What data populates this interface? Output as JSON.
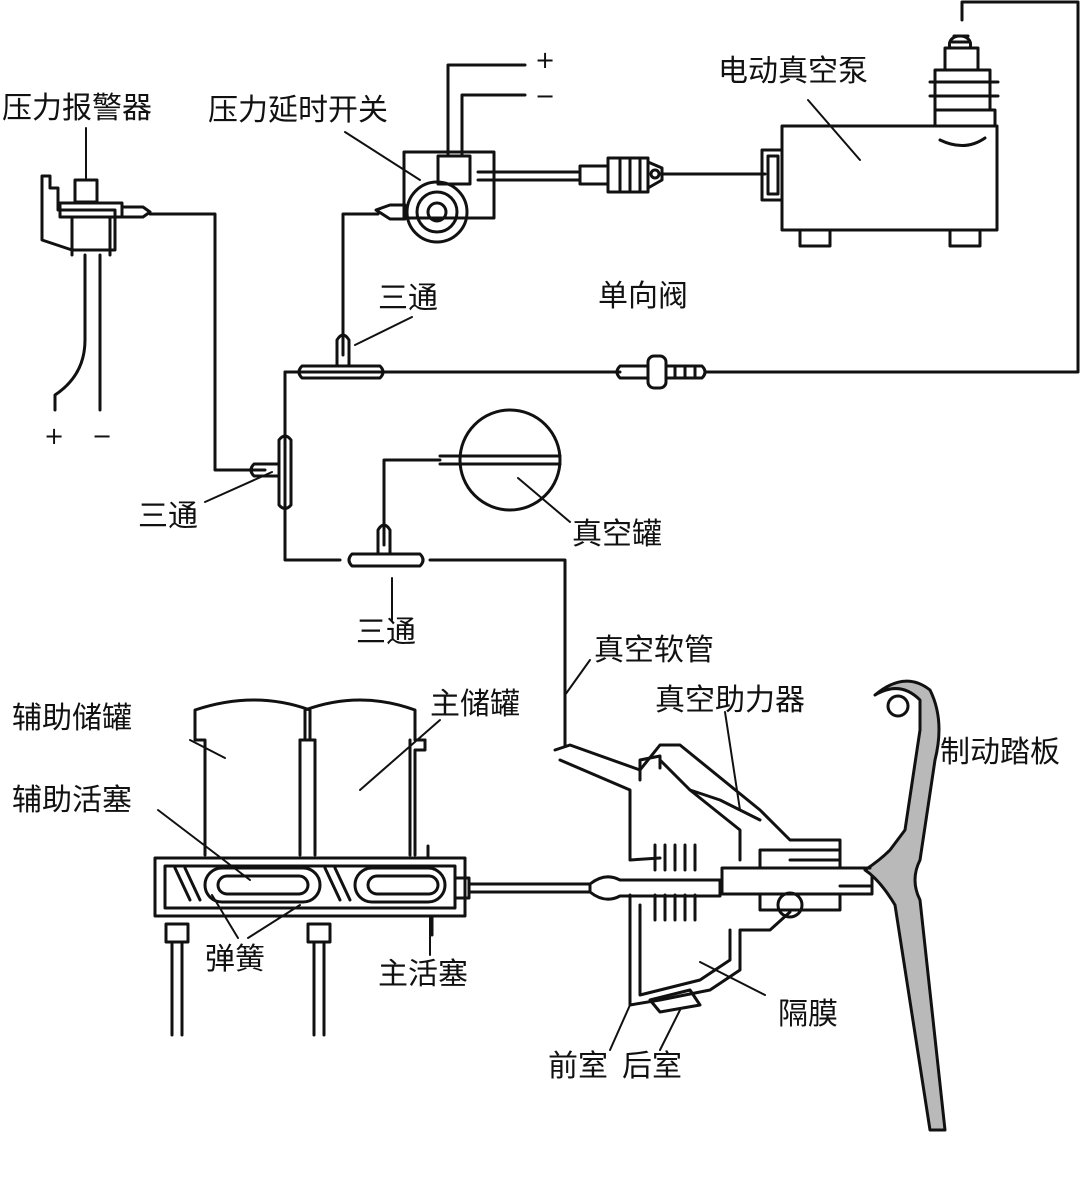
{
  "labels": {
    "pressure_alarm": "压力报警器",
    "pressure_delay_switch": "压力延时开关",
    "electric_vacuum_pump": "电动真空泵",
    "tee_top": "三通",
    "check_valve": "单向阀",
    "tee_left": "三通",
    "vacuum_tank": "真空罐",
    "tee_bottom": "三通",
    "vacuum_hose": "真空软管",
    "vacuum_booster": "真空助力器",
    "brake_pedal": "制动踏板",
    "aux_reservoir": "辅助储罐",
    "main_reservoir": "主储罐",
    "aux_piston": "辅助活塞",
    "spring": "弹簧",
    "main_piston": "主活塞",
    "diaphragm": "隔膜",
    "front_chamber": "前室",
    "rear_chamber": "后室"
  },
  "signs": {
    "switch_plus": "+",
    "switch_minus": "−",
    "alarm_plus": "+",
    "alarm_minus": "−"
  },
  "colors": {
    "line": "#111111",
    "pedal_fill": "#b9b9b9",
    "background": "#ffffff"
  }
}
